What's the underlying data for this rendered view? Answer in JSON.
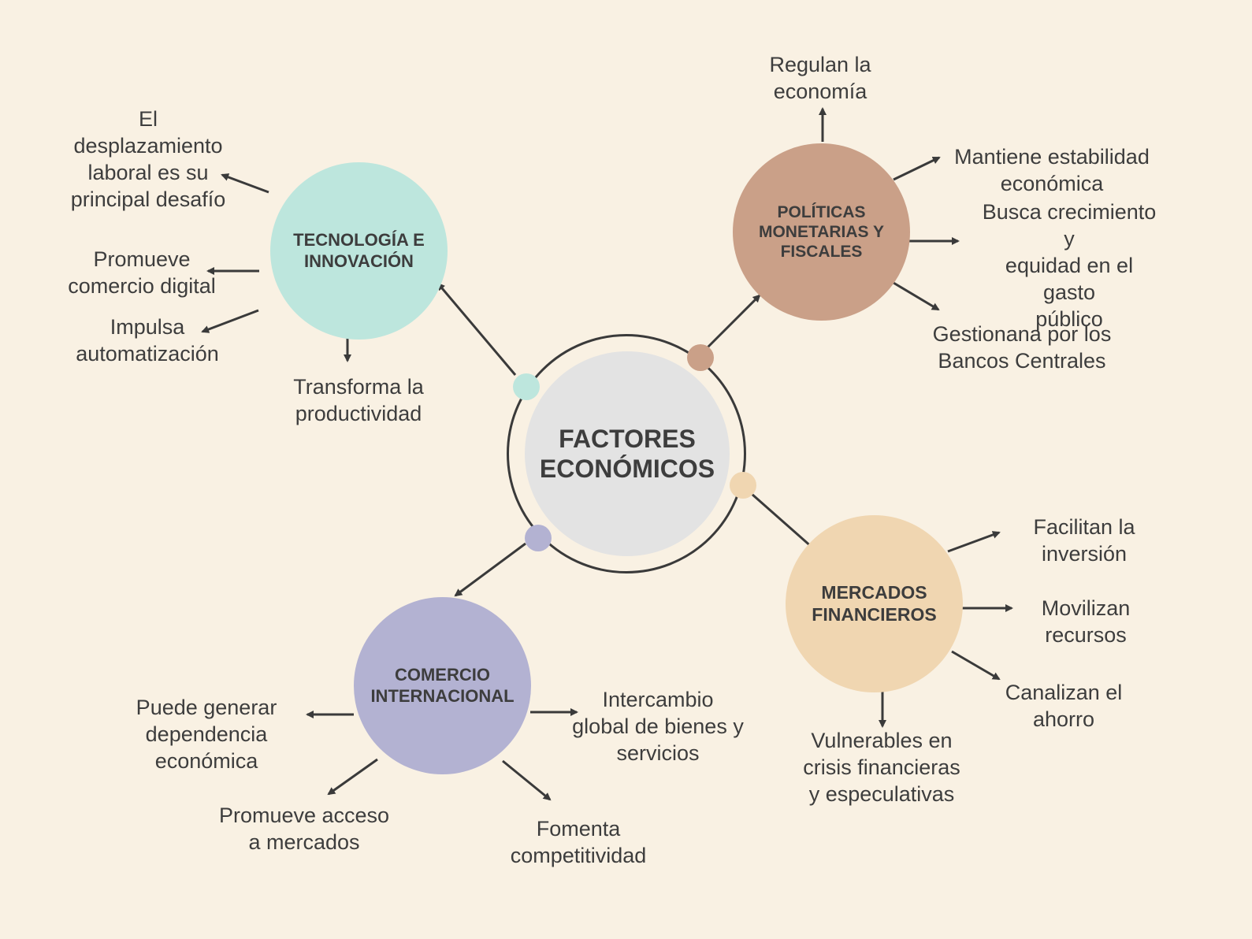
{
  "center": {
    "title": "FACTORES\nECONÓMICOS",
    "color": "#e3e3e3"
  },
  "branches": {
    "tecnologia": {
      "title": "TECNOLOGÍA E\nINNOVACIÓN",
      "color": "#bde6dd",
      "items": [
        "El\ndesplazamiento\nlaboral es su\nprincipal desafío",
        "Promueve\ncomercio digital",
        "Impulsa\nautomatización",
        "Transforma la\nproductividad"
      ]
    },
    "politicas": {
      "title": "POLÍTICAS\nMONETARIAS Y\nFISCALES",
      "color": "#caa088",
      "items": [
        "Regulan la\neconomía",
        "Mantiene estabilidad\neconómica",
        "Busca crecimiento y\nequidad en el gasto\npúblico",
        "Gestionana por los\nBancos Centrales"
      ]
    },
    "mercados": {
      "title": "MERCADOS\nFINANCIEROS",
      "color": "#f0d6b1",
      "items": [
        "Facilitan la\ninversión",
        "Movilizan\nrecursos",
        "Canalizan el\nahorro",
        "Vulnerables en\ncrisis financieras\ny especulativas"
      ]
    },
    "comercio": {
      "title": "COMERCIO\nINTERNACIONAL",
      "color": "#b3b2d2",
      "items": [
        "Puede generar\ndependencia\neconómica",
        "Promueve acceso\na mercados",
        "Fomenta\ncompetitividad",
        "Intercambio\nglobal de bienes y\nservicios"
      ]
    }
  }
}
